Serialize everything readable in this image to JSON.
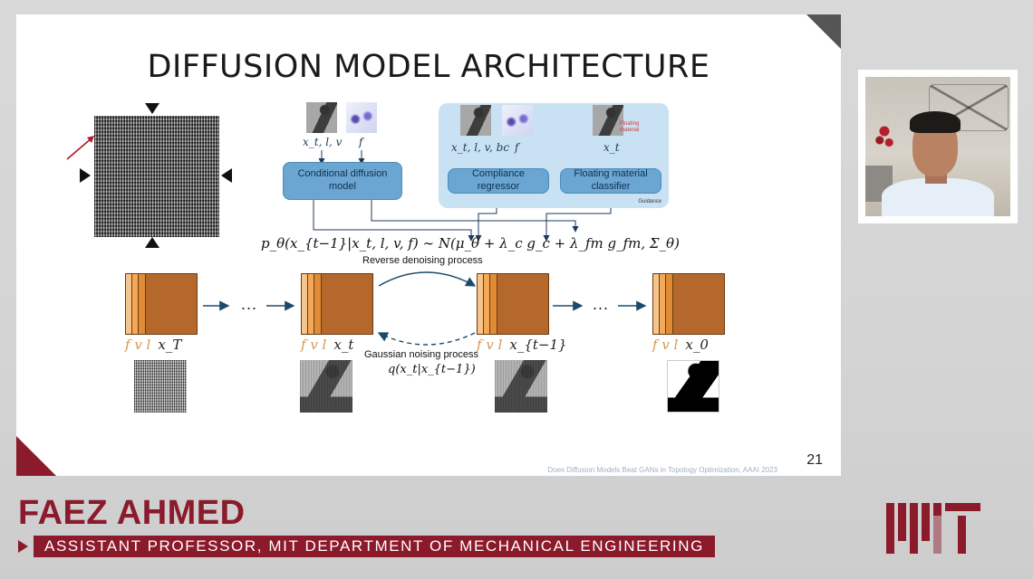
{
  "slide": {
    "title": "DIFFUSION MODEL ARCHITECTURE",
    "number": "21",
    "citation": "Does Diffusion Models Beat GANs in Topology Optimization, AAAI 2023"
  },
  "conditioning": {
    "inputs_label": "x_t, l, v",
    "field_label": "f",
    "model_label": "Conditional diffusion model"
  },
  "guidance": {
    "panel_label": "Guidance",
    "compliance_inputs": "x_t, l, v, bc",
    "compliance_field": "f",
    "compliance_box": "Compliance regressor",
    "floating_input": "x_t",
    "floating_tag": "Floating material",
    "floating_box": "Floating material classifier"
  },
  "equation": "p_θ(x_{t−1}|x_t, l, v, f) ∼ N(μ_θ + λ_c g_c + λ_fm g_fm, Σ_θ)",
  "processes": {
    "reverse": "Reverse denoising process",
    "forward": "Gaussian noising process",
    "forward_formula": "q(x_t|x_{t−1})"
  },
  "stacks": [
    {
      "conds": "f v l",
      "x": "x_T"
    },
    {
      "conds": "f v l",
      "x": "x_t"
    },
    {
      "conds": "f v l",
      "x": "x_{t−1}"
    },
    {
      "conds": "f v l",
      "x": "x_0"
    }
  ],
  "ellipsis": "...",
  "presenter": {
    "name": "FAEZ AHMED",
    "role": "ASSISTANT PROFESSOR, MIT DEPARTMENT OF MECHANICAL ENGINEERING"
  },
  "brand": {
    "logo": "MIT",
    "accent": "#8b1a2b",
    "box_blue": "#6aa6d1",
    "panel_blue": "#c8e2f3"
  }
}
